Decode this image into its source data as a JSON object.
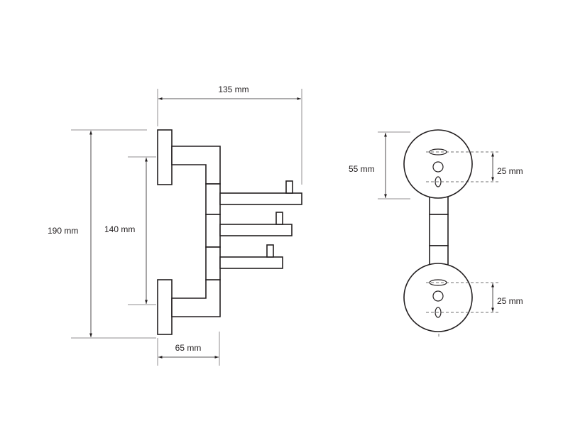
{
  "side_view": {
    "width_label": "135 mm",
    "height_label": "190 mm",
    "inner_height_label": "140 mm",
    "depth_label": "65 mm"
  },
  "front_view": {
    "rosette_label": "55 mm",
    "top_spacing_label": "25 mm",
    "bottom_spacing_label": "25 mm"
  },
  "colors": {
    "line": "#231f20",
    "background": "#ffffff"
  }
}
